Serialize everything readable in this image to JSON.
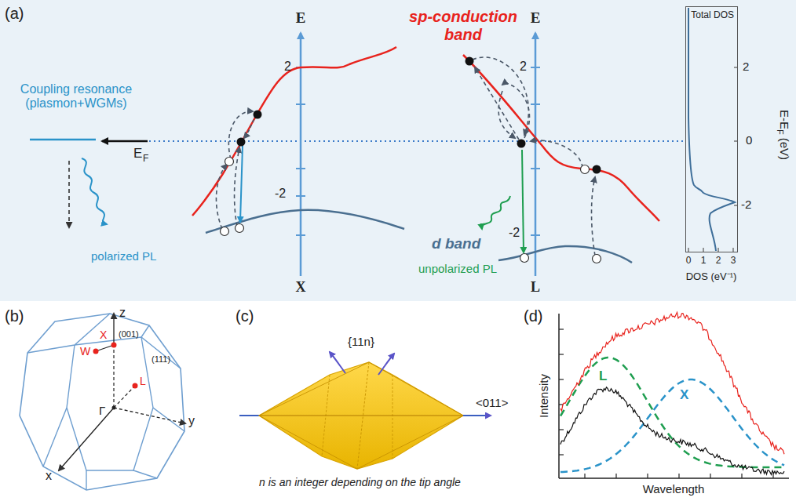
{
  "diagram": {
    "nodes": [
      {
        "text": [
          "Total DOS"
        ]
      }
    ],
    "labels": [
      "(a)",
      "E",
      "2",
      "-2",
      "X",
      "E",
      "2",
      "-2",
      "L",
      "sp-conduction band",
      "Coupling resonance (plasmon+WGMs)",
      "E",
      "F",
      "polarized PL",
      "d band",
      "unpolarized PL",
      "2",
      "0",
      "-2",
      "E-E",
      "F",
      "(eV)",
      "0",
      "1",
      "2",
      "3",
      "DOS (eV⁻¹)",
      "(b)",
      "z",
      "x",
      "y",
      "X",
      "W",
      "L",
      "Γ",
      "(001)",
      "(111)",
      "(c)",
      "{11n}",
      "<011>",
      "n is an integer depending on the tip angle",
      "(d)",
      "Intensity",
      "Wavelength",
      "L",
      "X"
    ]
  }
}
